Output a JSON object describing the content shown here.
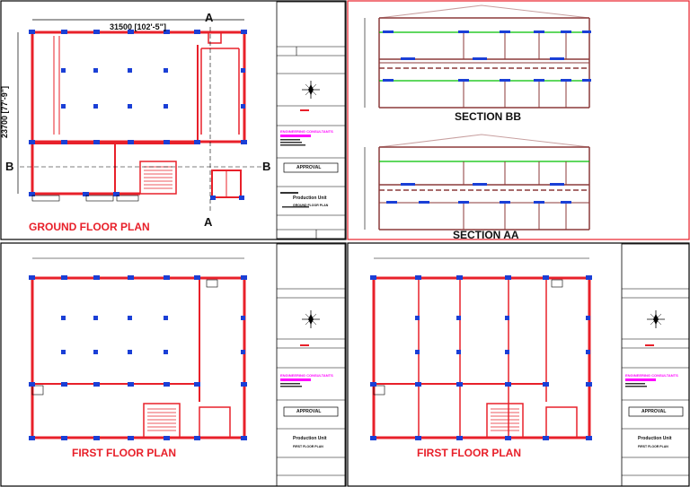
{
  "sheet_gf": {
    "title": "GROUND FLOOR PLAN",
    "dim_width": "31500 [102'-5\"]",
    "dim_height": "23700 [77'-9\"]",
    "section_a_top": "A",
    "section_a_bottom": "A",
    "section_b_left": "B",
    "section_b_right": "B",
    "titleblock": {
      "stamp": "APPROVAL",
      "firm": "ENGINEERING CONSULTANTS",
      "client": "Production Unit",
      "sheet": "GROUND FLOOR PLAN"
    }
  },
  "sheet_sections": {
    "section_bb": "SECTION BB",
    "section_aa": "SECTION AA"
  },
  "sheet_ff1": {
    "title": "FIRST FLOOR PLAN",
    "titleblock": {
      "stamp": "APPROVAL",
      "firm": "ENGINEERING CONSULTANTS",
      "client": "Production Unit",
      "sheet": "FIRST FLOOR PLAN"
    }
  },
  "sheet_ff2": {
    "title": "FIRST FLOOR PLAN",
    "titleblock": {
      "stamp": "APPROVAL",
      "firm": "ENGINEERING CONSULTANTS",
      "client": "Production Unit",
      "sheet": "FIRST FLOOR PLAN"
    }
  },
  "colors": {
    "wall": "#e8202a",
    "column": "#1a3fd6",
    "slab": "#00c000",
    "annotation": "#ff00ff",
    "frame": "#000000"
  }
}
